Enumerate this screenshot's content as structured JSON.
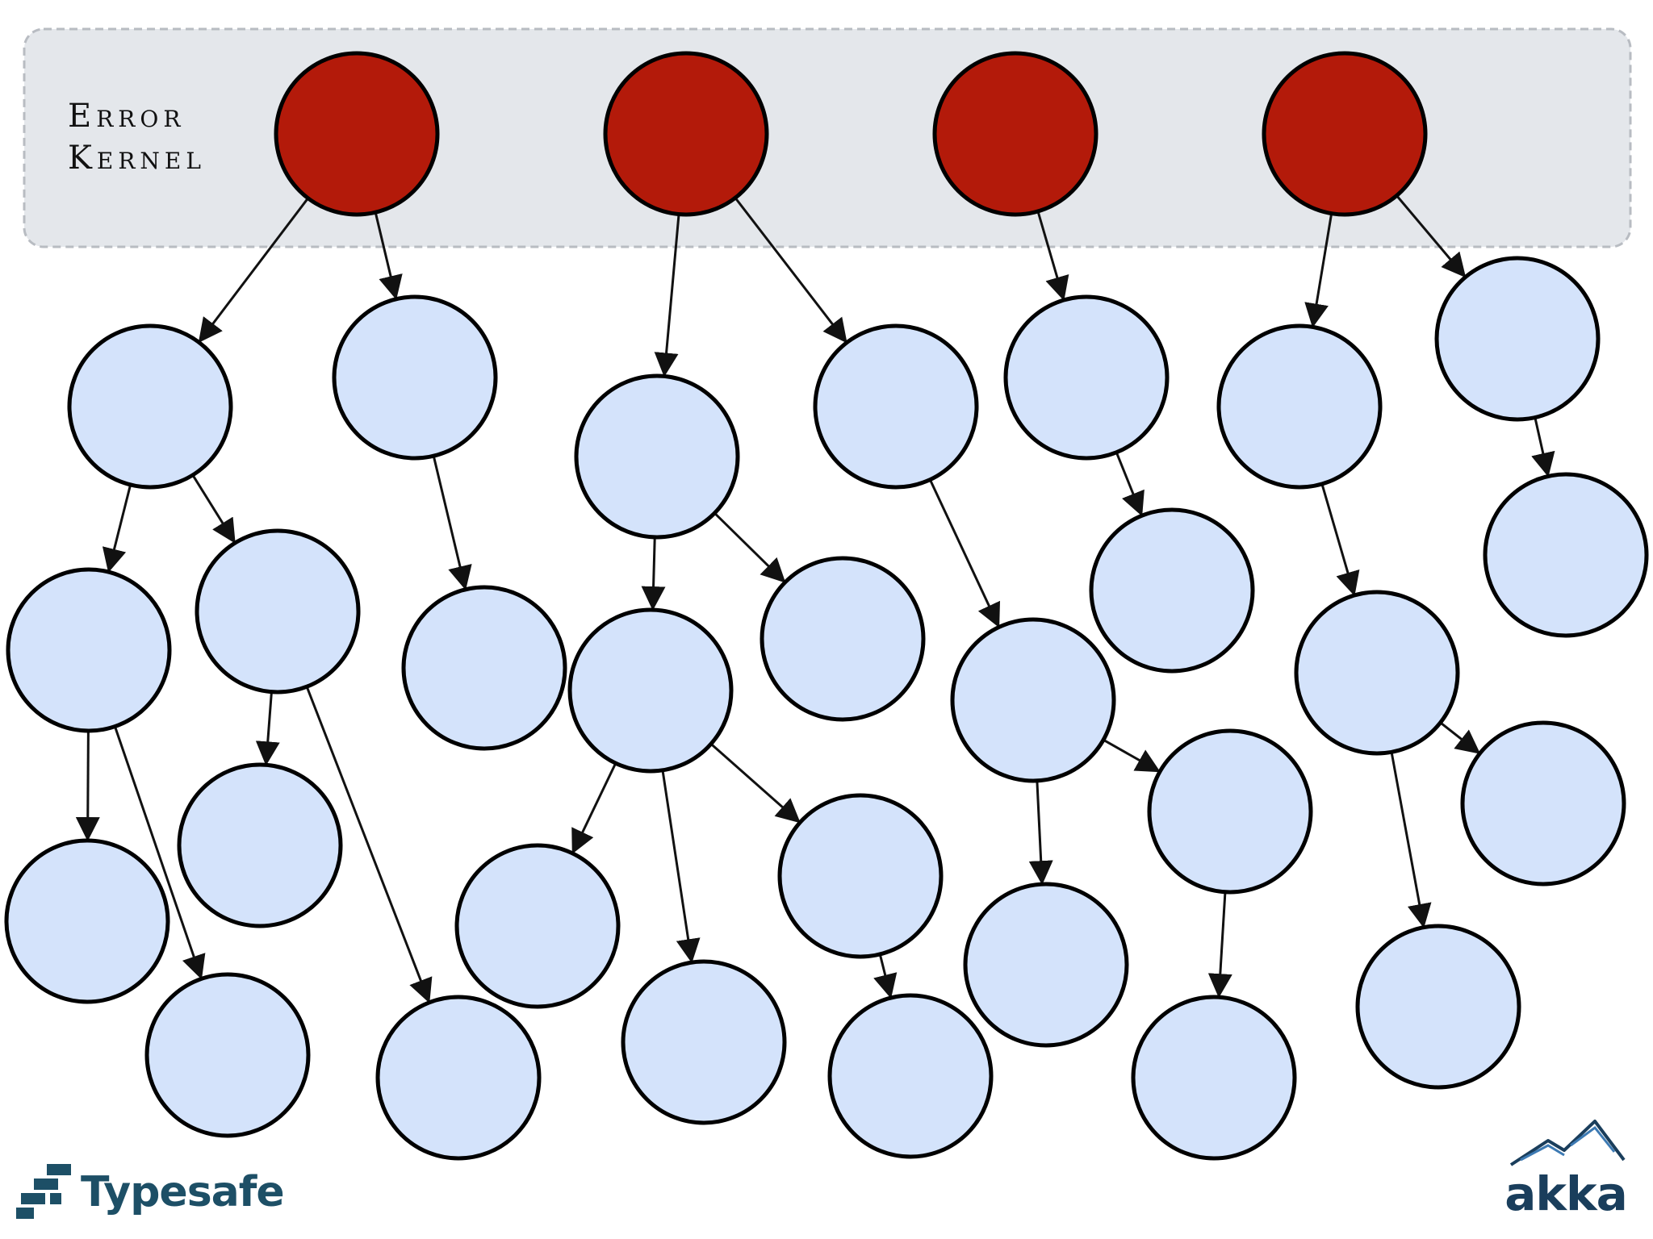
{
  "kernel_label": {
    "line1": "Error",
    "line2": "Kernel"
  },
  "colors": {
    "kernel_band_fill": "#e4e7eb",
    "kernel_band_border": "#b8bcc2",
    "kernel_node_fill": "#b31a0a",
    "child_node_fill": "#d4e3fb",
    "node_stroke": "#000000",
    "arrow": "#111111",
    "typesafe_brand": "#1d4f66",
    "akka_brand": "#1a3e5c"
  },
  "logos": {
    "typesafe": "Typesafe",
    "akka": "akka"
  },
  "graph": {
    "nodes": [
      {
        "id": "k1",
        "kind": "kernel"
      },
      {
        "id": "k2",
        "kind": "kernel"
      },
      {
        "id": "k3",
        "kind": "kernel"
      },
      {
        "id": "k4",
        "kind": "kernel"
      },
      {
        "id": "a1",
        "kind": "actor"
      },
      {
        "id": "a2",
        "kind": "actor"
      },
      {
        "id": "a3",
        "kind": "actor"
      },
      {
        "id": "a4",
        "kind": "actor"
      },
      {
        "id": "a5",
        "kind": "actor"
      },
      {
        "id": "a6",
        "kind": "actor"
      },
      {
        "id": "a7",
        "kind": "actor"
      },
      {
        "id": "a8",
        "kind": "actor"
      },
      {
        "id": "a9",
        "kind": "actor"
      },
      {
        "id": "a10",
        "kind": "actor"
      },
      {
        "id": "a11",
        "kind": "actor"
      },
      {
        "id": "a12",
        "kind": "actor"
      },
      {
        "id": "a13",
        "kind": "actor"
      },
      {
        "id": "a14",
        "kind": "actor"
      },
      {
        "id": "a15",
        "kind": "actor"
      },
      {
        "id": "a16",
        "kind": "actor"
      },
      {
        "id": "a17",
        "kind": "actor"
      },
      {
        "id": "a18",
        "kind": "actor"
      },
      {
        "id": "a19",
        "kind": "actor"
      },
      {
        "id": "a20",
        "kind": "actor"
      },
      {
        "id": "a21",
        "kind": "actor"
      },
      {
        "id": "a22",
        "kind": "actor"
      },
      {
        "id": "a23",
        "kind": "actor"
      },
      {
        "id": "a24",
        "kind": "actor"
      },
      {
        "id": "a25",
        "kind": "actor"
      },
      {
        "id": "a26",
        "kind": "actor"
      },
      {
        "id": "a27",
        "kind": "actor"
      },
      {
        "id": "a28",
        "kind": "actor"
      },
      {
        "id": "a29",
        "kind": "actor"
      },
      {
        "id": "a30",
        "kind": "actor"
      },
      {
        "id": "a31",
        "kind": "actor"
      },
      {
        "id": "a32",
        "kind": "actor"
      }
    ],
    "edges": [
      [
        "k1",
        "a1"
      ],
      [
        "k1",
        "a2"
      ],
      [
        "a1",
        "a3"
      ],
      [
        "a1",
        "a4"
      ],
      [
        "a2",
        "a5"
      ],
      [
        "a3",
        "a6"
      ],
      [
        "a3",
        "a7"
      ],
      [
        "a4",
        "a8"
      ],
      [
        "a4",
        "a9"
      ],
      [
        "k2",
        "a10"
      ],
      [
        "k2",
        "a11"
      ],
      [
        "a10",
        "a12"
      ],
      [
        "a10",
        "a13"
      ],
      [
        "a12",
        "a14"
      ],
      [
        "a12",
        "a15"
      ],
      [
        "a12",
        "a16"
      ],
      [
        "a16",
        "a17"
      ],
      [
        "a11",
        "a18"
      ],
      [
        "a18",
        "a19"
      ],
      [
        "a18",
        "a20"
      ],
      [
        "a20",
        "a21"
      ],
      [
        "k3",
        "a22"
      ],
      [
        "a22",
        "a23"
      ],
      [
        "k4",
        "a24"
      ],
      [
        "k4",
        "a25"
      ],
      [
        "a24",
        "a26"
      ],
      [
        "a26",
        "a27"
      ],
      [
        "a26",
        "a28"
      ],
      [
        "a25",
        "a29"
      ]
    ]
  }
}
